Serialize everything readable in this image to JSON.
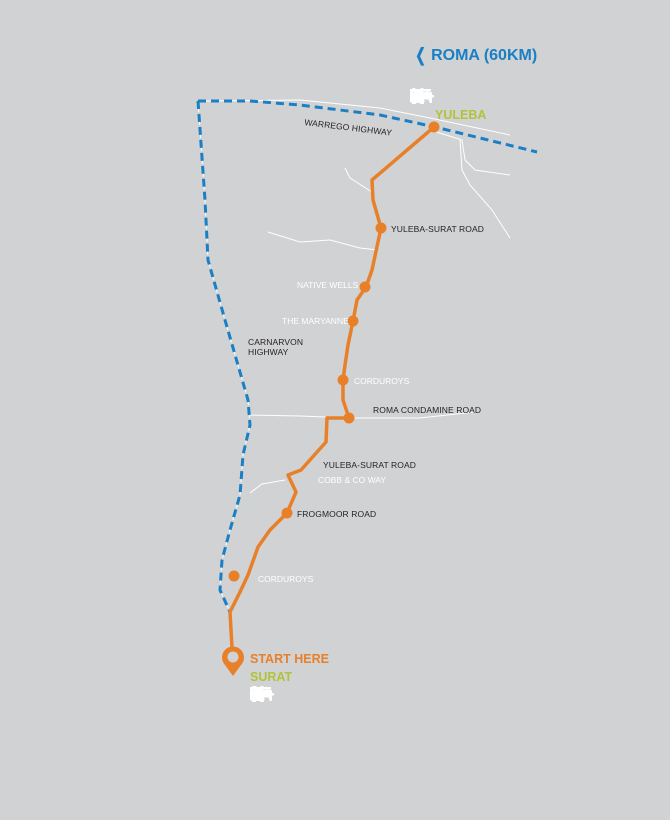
{
  "nav": {
    "back_label": "ROMA (60KM)",
    "color": "#1a7fc4"
  },
  "towns": {
    "yuleba": "YULEBA",
    "surat": "SURAT"
  },
  "start_label": "START HERE",
  "roads": {
    "warrego": "WARREGO HIGHWAY",
    "yuleba_surat_top": "YULEBA-SURAT ROAD",
    "carnarvon_1": "CARNARVON",
    "carnarvon_2": "HIGHWAY",
    "roma_condamine": "ROMA CONDAMINE ROAD",
    "yuleba_surat_bottom": "YULEBA-SURAT ROAD",
    "frogmoor": "FROGMOOR ROAD"
  },
  "waypoints": {
    "native_wells": "NATIVE WELLS",
    "maryanne": "THE MARYANNE",
    "corduroys_1": "CORDUROYS",
    "cobb": "COBB & CO WAY",
    "corduroys_2": "CORDUROYS"
  },
  "amenities": {
    "yuleba": [
      "fuel-icon",
      "bed-icon",
      "toilets-icon",
      "food-icon",
      "picnic-icon"
    ],
    "surat": [
      "fuel-icon",
      "bed-icon",
      "info-icon",
      "toilets-icon",
      "food-icon",
      "picnic-icon"
    ]
  },
  "colors": {
    "route": "#e8802a",
    "highway": "#1a7fc4",
    "town": "#b3c23a",
    "background": "#d1d2d4"
  }
}
